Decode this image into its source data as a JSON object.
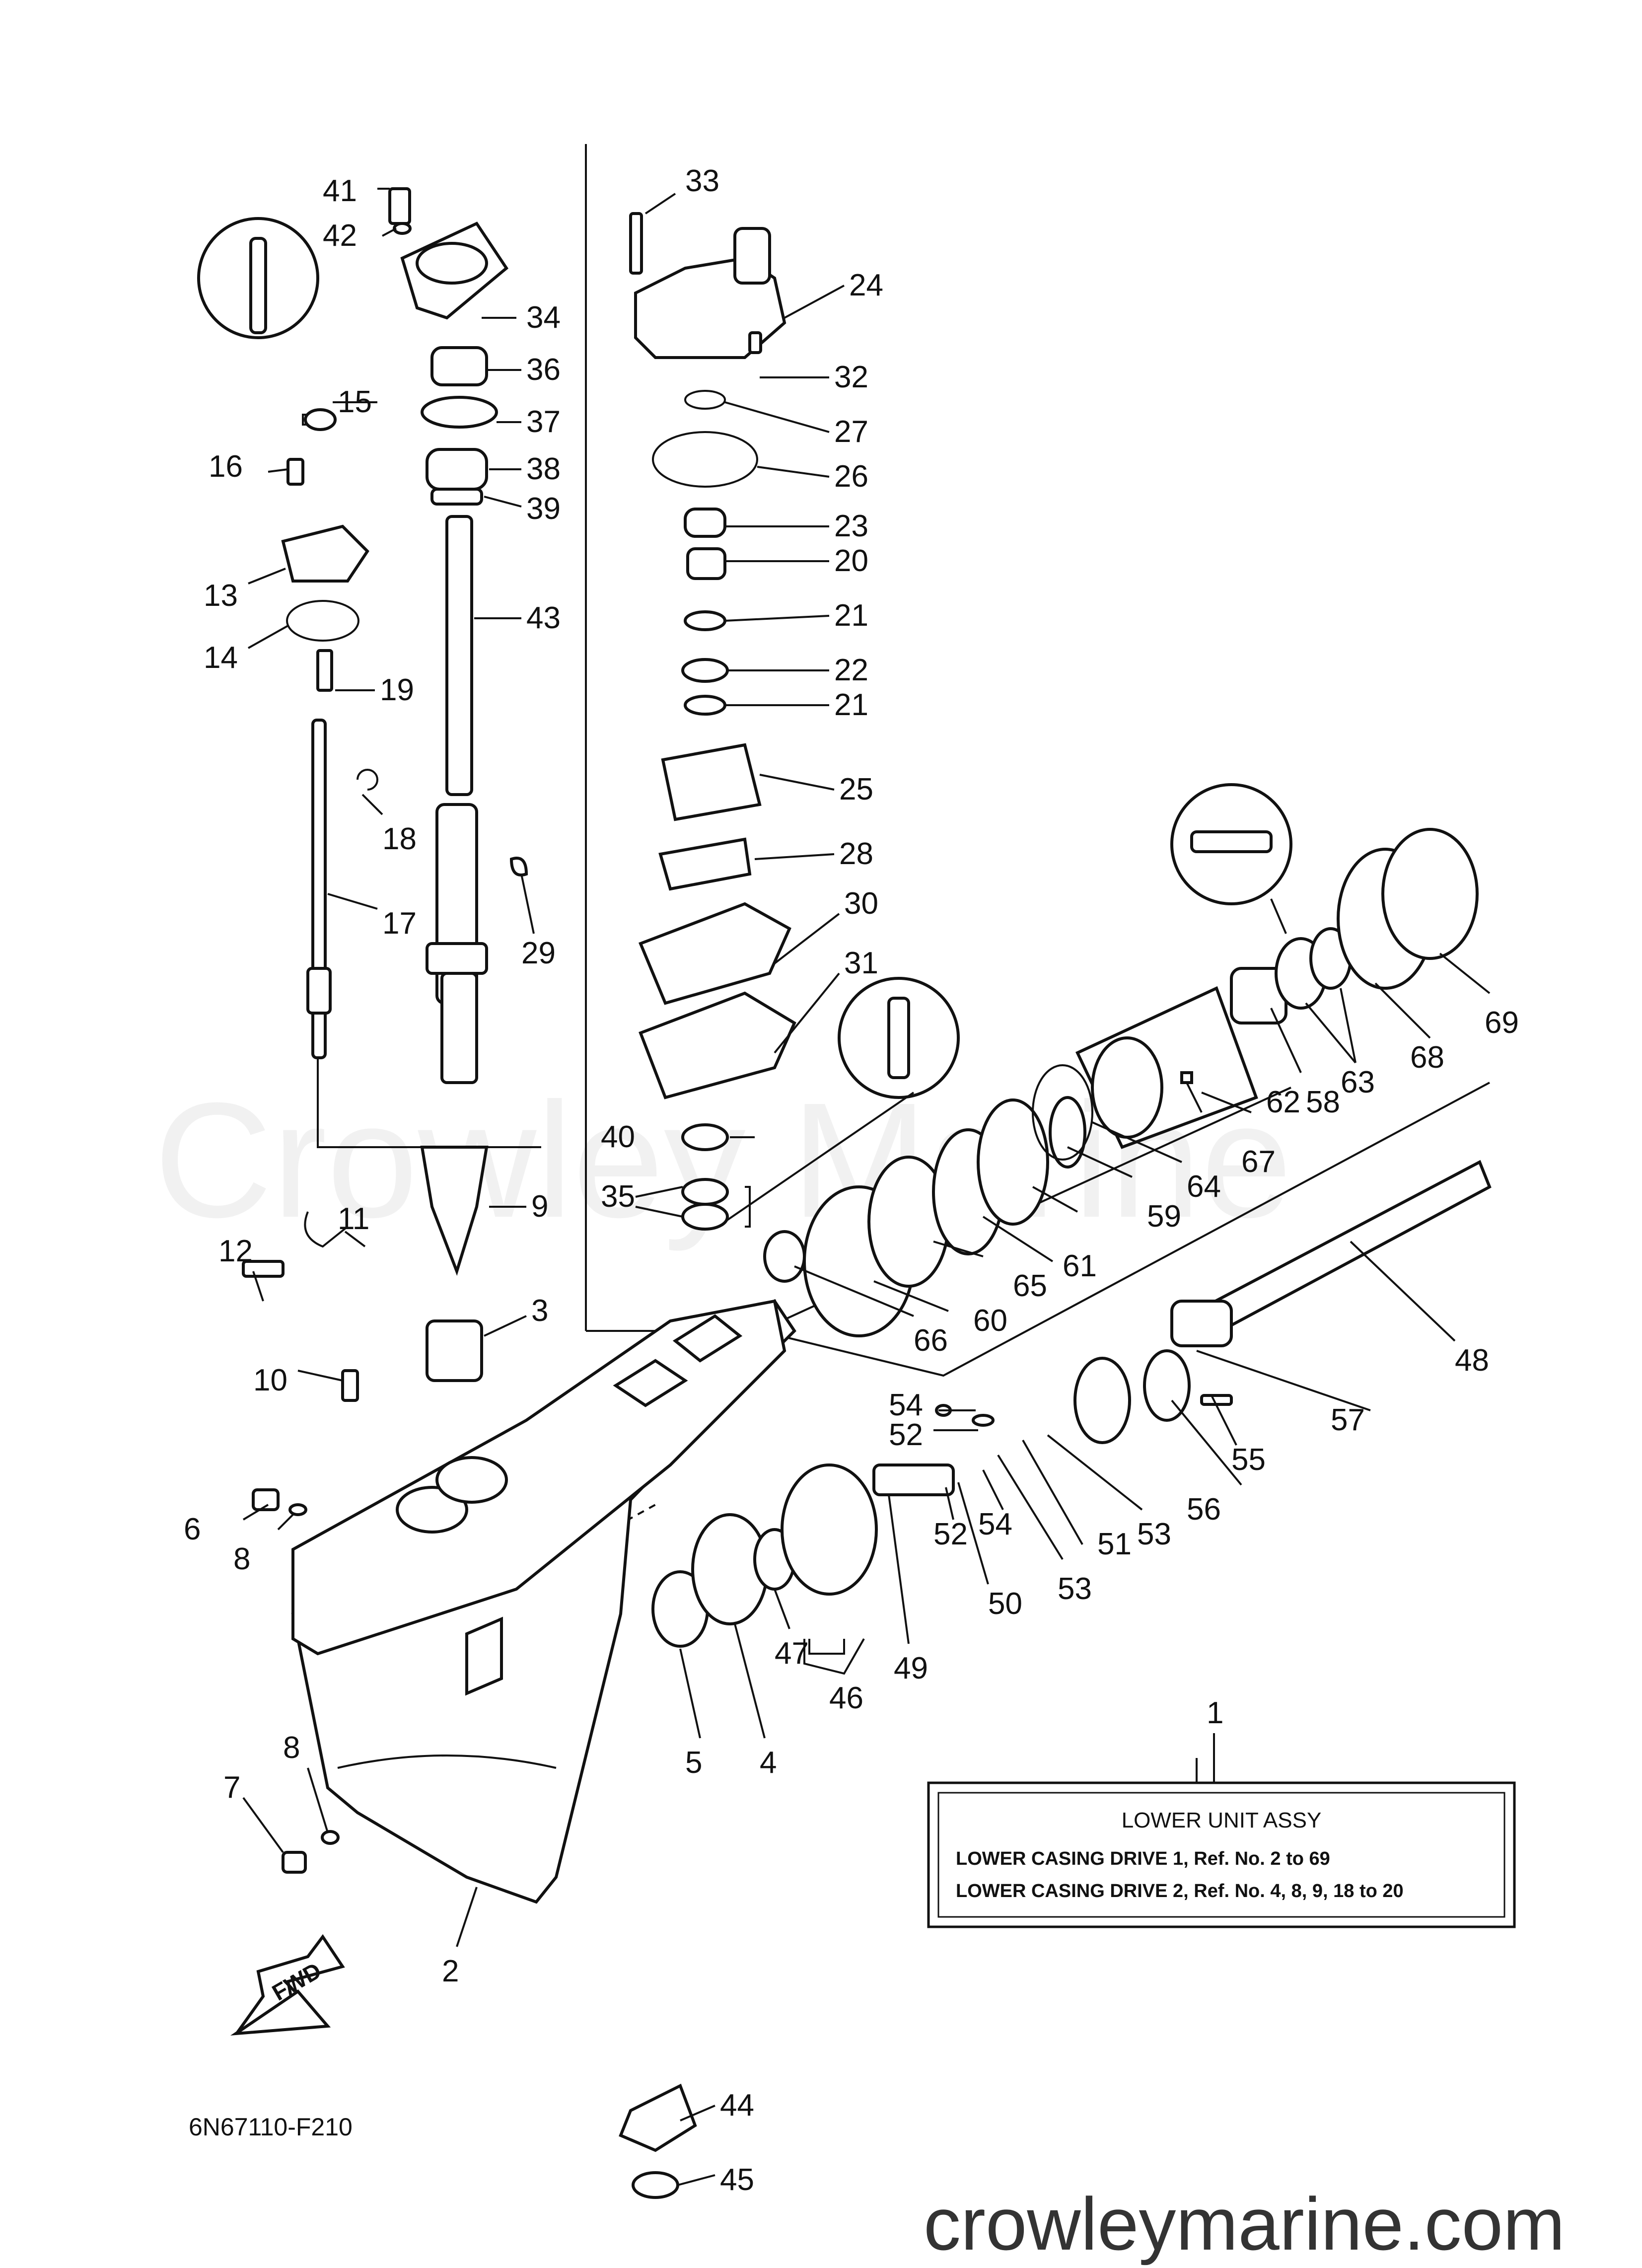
{
  "diagram_code": "6N67110-F210",
  "website": "crowleymarine.com",
  "watermark": "Crowley Marine",
  "fwd_label": "FWD",
  "info_box": {
    "ref_number": "1",
    "title": "LOWER UNIT ASSY",
    "line1": "LOWER CASING DRIVE 1,   Ref. No. 2  to  69",
    "line2": "LOWER CASING DRIVE 2,   Ref. No. 4, 8, 9, 18  to  20"
  },
  "callouts": [
    "41",
    "42",
    "34",
    "36",
    "37",
    "38",
    "39",
    "43",
    "33",
    "24",
    "32",
    "27",
    "26",
    "23",
    "20",
    "21",
    "22",
    "21",
    "25",
    "28",
    "30",
    "31",
    "15",
    "16",
    "13",
    "14",
    "19",
    "18",
    "17",
    "29",
    "9",
    "3",
    "40",
    "35",
    "11",
    "12",
    "10",
    "6",
    "8",
    "7",
    "8",
    "2",
    "44",
    "45",
    "5",
    "4",
    "47",
    "46",
    "49",
    "54",
    "52",
    "54",
    "52",
    "50",
    "53",
    "51",
    "53",
    "56",
    "55",
    "57",
    "48",
    "66",
    "60",
    "65",
    "61",
    "59",
    "64",
    "67",
    "58",
    "62",
    "63",
    "68",
    "69"
  ],
  "colors": {
    "line": "#111111",
    "background": "#ffffff"
  }
}
